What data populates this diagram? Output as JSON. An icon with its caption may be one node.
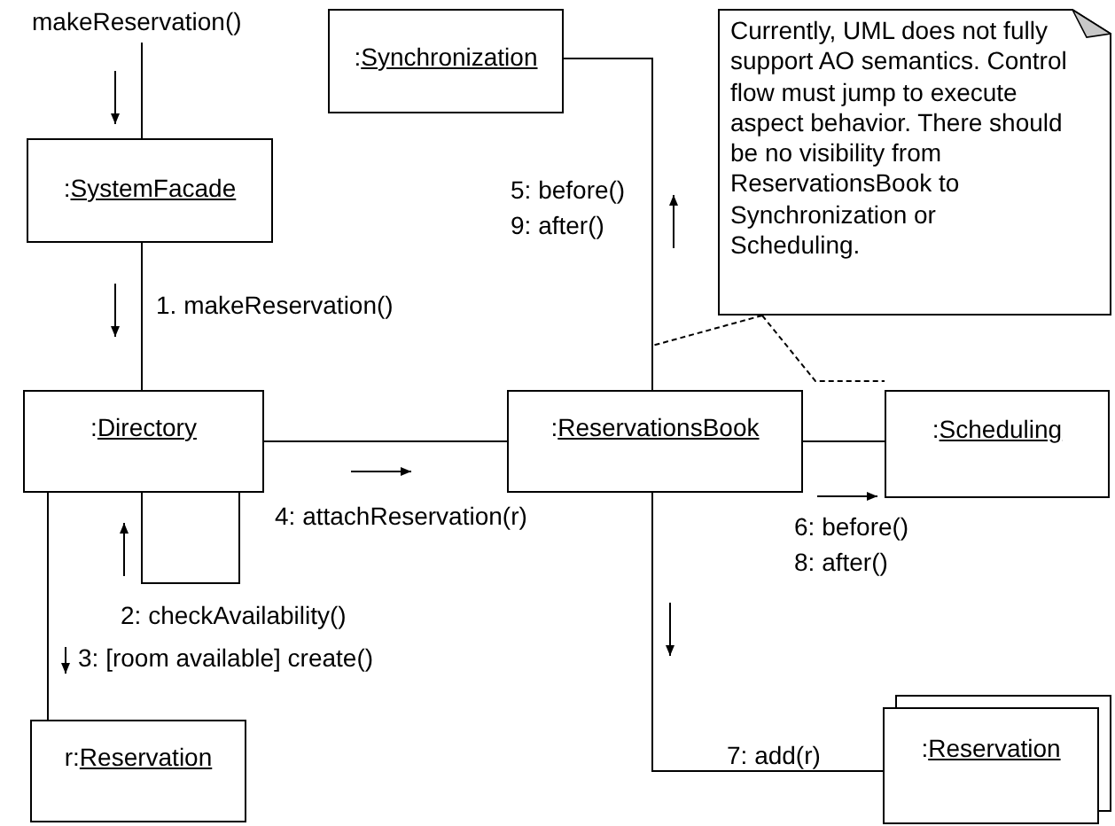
{
  "diagram": {
    "nodes": [
      {
        "text": [
          "makeReservation()"
        ]
      },
      {
        "text": [
          ":SystemFacade"
        ]
      },
      {
        "text": [
          ":Directory"
        ]
      },
      {
        "text": [
          ":Synchronization"
        ]
      },
      {
        "text": [
          "Currently, UML does not fully support AO semantics. Control flow must jump to execute aspect behavior. There should be no visibility from ReservationsBook to Synchronization or Scheduling."
        ]
      },
      {
        "text": [
          ":ReservationsBook"
        ]
      },
      {
        "text": [
          ":Scheduling"
        ]
      },
      {
        "text": [
          "r:Reservation"
        ]
      },
      {
        "text": [
          ":Reservation"
        ]
      }
    ],
    "edges": [
      {
        "from": 0,
        "to": 1,
        "arrow": "none"
      },
      {
        "from": 1,
        "to": 2,
        "arrow": "none"
      },
      {
        "from": 2,
        "to": 5,
        "arrow": "none"
      },
      {
        "from": 2,
        "to": 2,
        "arrow": "none"
      },
      {
        "from": 2,
        "to": 7,
        "arrow": "none"
      },
      {
        "from": 3,
        "to": 5,
        "arrow": "none"
      },
      {
        "from": 5,
        "to": 6,
        "arrow": "none"
      },
      {
        "from": 5,
        "to": 8,
        "arrow": "none"
      },
      {
        "from": 4,
        "to": null,
        "arrow": "none",
        "style": "dashed"
      },
      {
        "from": 4,
        "to": 6,
        "arrow": "none",
        "style": "dashed"
      }
    ],
    "labels": [
      "5: before()",
      "9: after()",
      "1. makeReservation()",
      "4: attachReservation(r)",
      "6: before()",
      "8: after()",
      "2: checkAvailability()",
      "3: [room available] create()",
      "7: add(r)"
    ]
  }
}
